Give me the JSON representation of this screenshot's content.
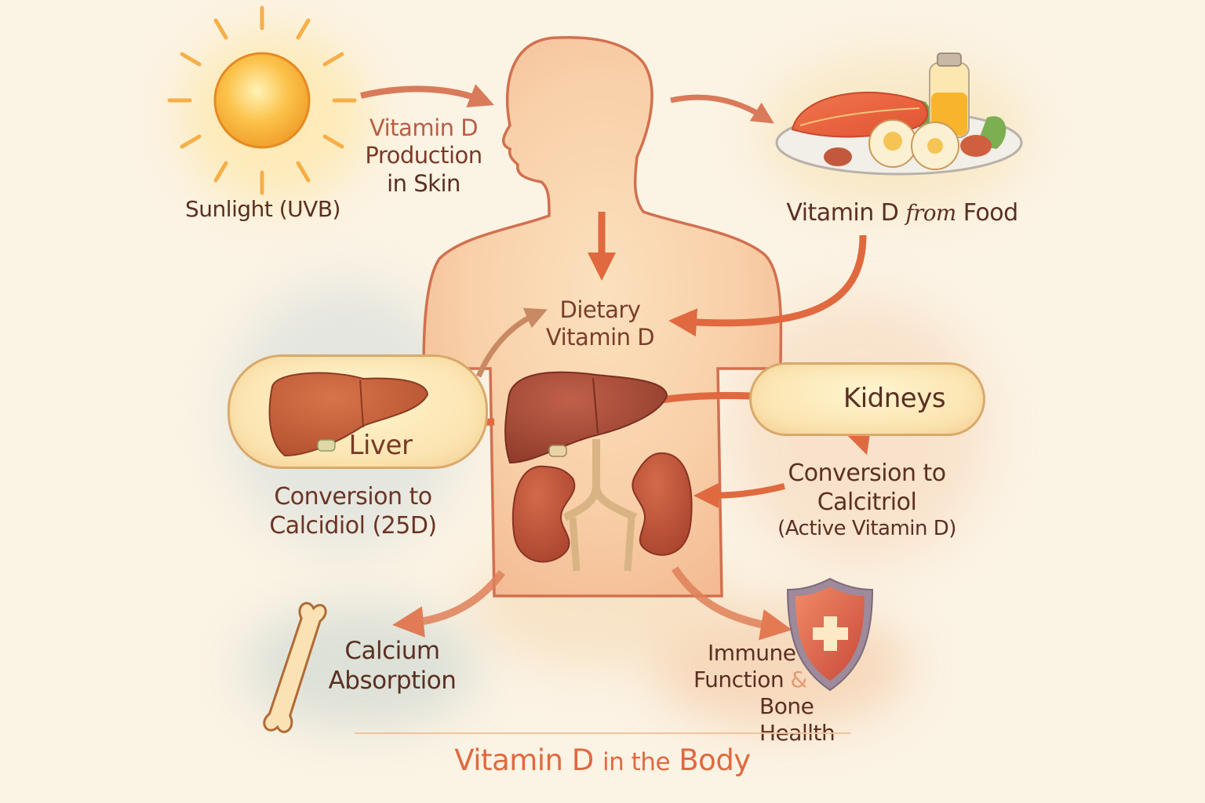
{
  "title": {
    "part1": "Vitamin D",
    "part2": "in the",
    "part3": "Body",
    "color": "#e0693f"
  },
  "nodes": {
    "sunlight": {
      "label": "Sunlight (UVB)",
      "icon": "sun-icon"
    },
    "skin_production": {
      "line1": "Vitamin D",
      "line2": "Production",
      "line3": "in Skin"
    },
    "food": {
      "part1": "Vitamin D",
      "part2": "from",
      "part3": "Food",
      "icon": "food-plate-icon"
    },
    "dietary": {
      "line1": "Dietary",
      "line2": "Vitamin D"
    },
    "liver": {
      "label": "Liver",
      "icon": "liver-icon"
    },
    "calcidiol": {
      "line1": "Conversion to",
      "line2": "Calcidiol (25D)"
    },
    "kidneys": {
      "label": "Kidneys",
      "icon": "kidneys-icon"
    },
    "calcitriol": {
      "line1": "Conversion to",
      "line2": "Calcitriol",
      "line3": "(Active Vitamin D)"
    },
    "calcium": {
      "line1": "Calcium",
      "line2": "Absorption",
      "icon": "bone-icon"
    },
    "immune": {
      "line1": "Immune",
      "line2": "Function",
      "amp": "&",
      "line3": "Bone Heallth",
      "icon": "shield-icon"
    }
  },
  "colors": {
    "background": "#fbf3e4",
    "arrow": "#e0693f",
    "arrow_muted": "#c98a63",
    "body_fill": "#f7c9a2",
    "body_outline": "#d2704f",
    "organ": "#a94a34",
    "text_dark": "#5a2f22",
    "text_accent": "#b95d45"
  }
}
